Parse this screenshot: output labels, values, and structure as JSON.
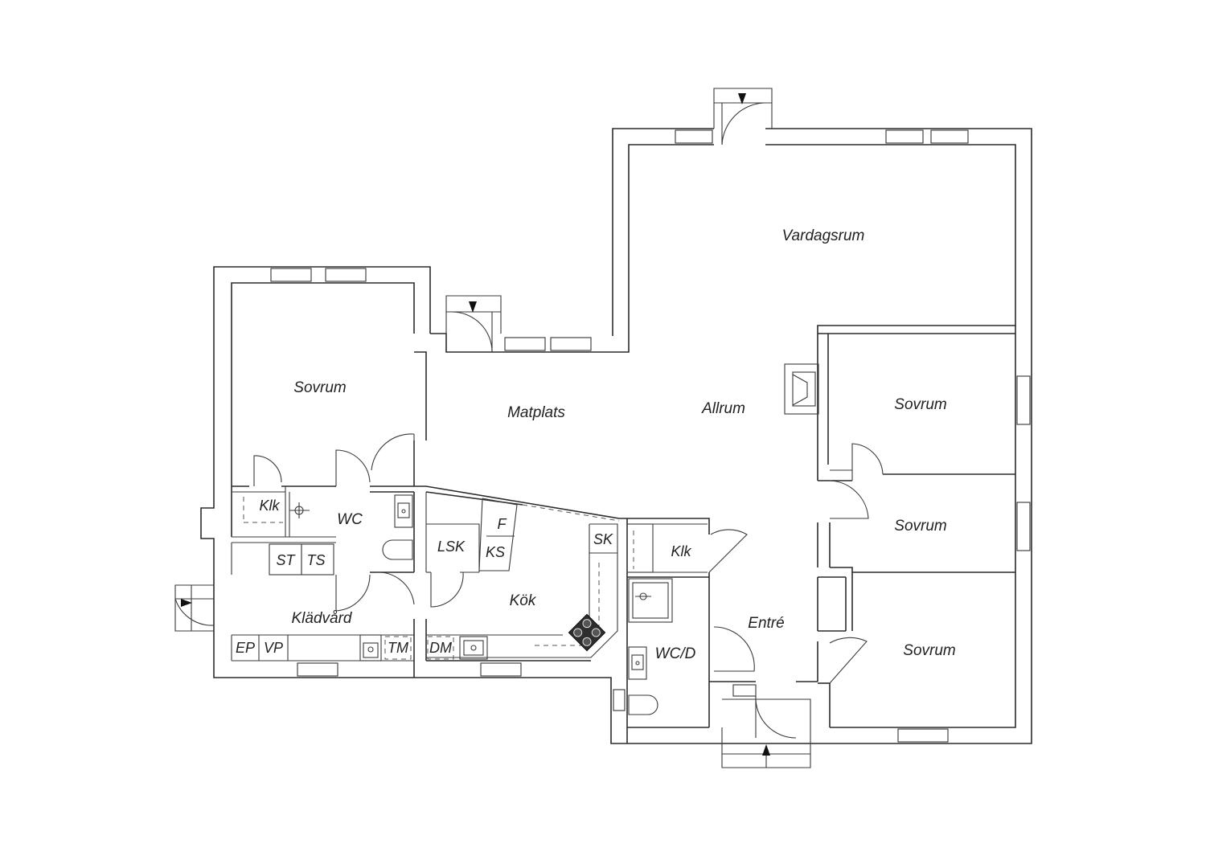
{
  "plan": {
    "rooms": {
      "vardagsrum": "Vardagsrum",
      "matplats": "Matplats",
      "allrum": "Allrum",
      "sovrum_nw": "Sovrum",
      "sovrum_e1": "Sovrum",
      "sovrum_e2": "Sovrum",
      "sovrum_se": "Sovrum",
      "wc": "WC",
      "klk_w": "Klk",
      "st": "ST",
      "ts": "TS",
      "kladvard": "Klädvård",
      "ep": "EP",
      "vp": "VP",
      "tm": "TM",
      "dm": "DM",
      "lsk": "LSK",
      "f": "F",
      "ks": "KS",
      "sk": "SK",
      "kok": "Kök",
      "klk_e": "Klk",
      "wcd": "WC/D",
      "entre": "Entré"
    }
  }
}
